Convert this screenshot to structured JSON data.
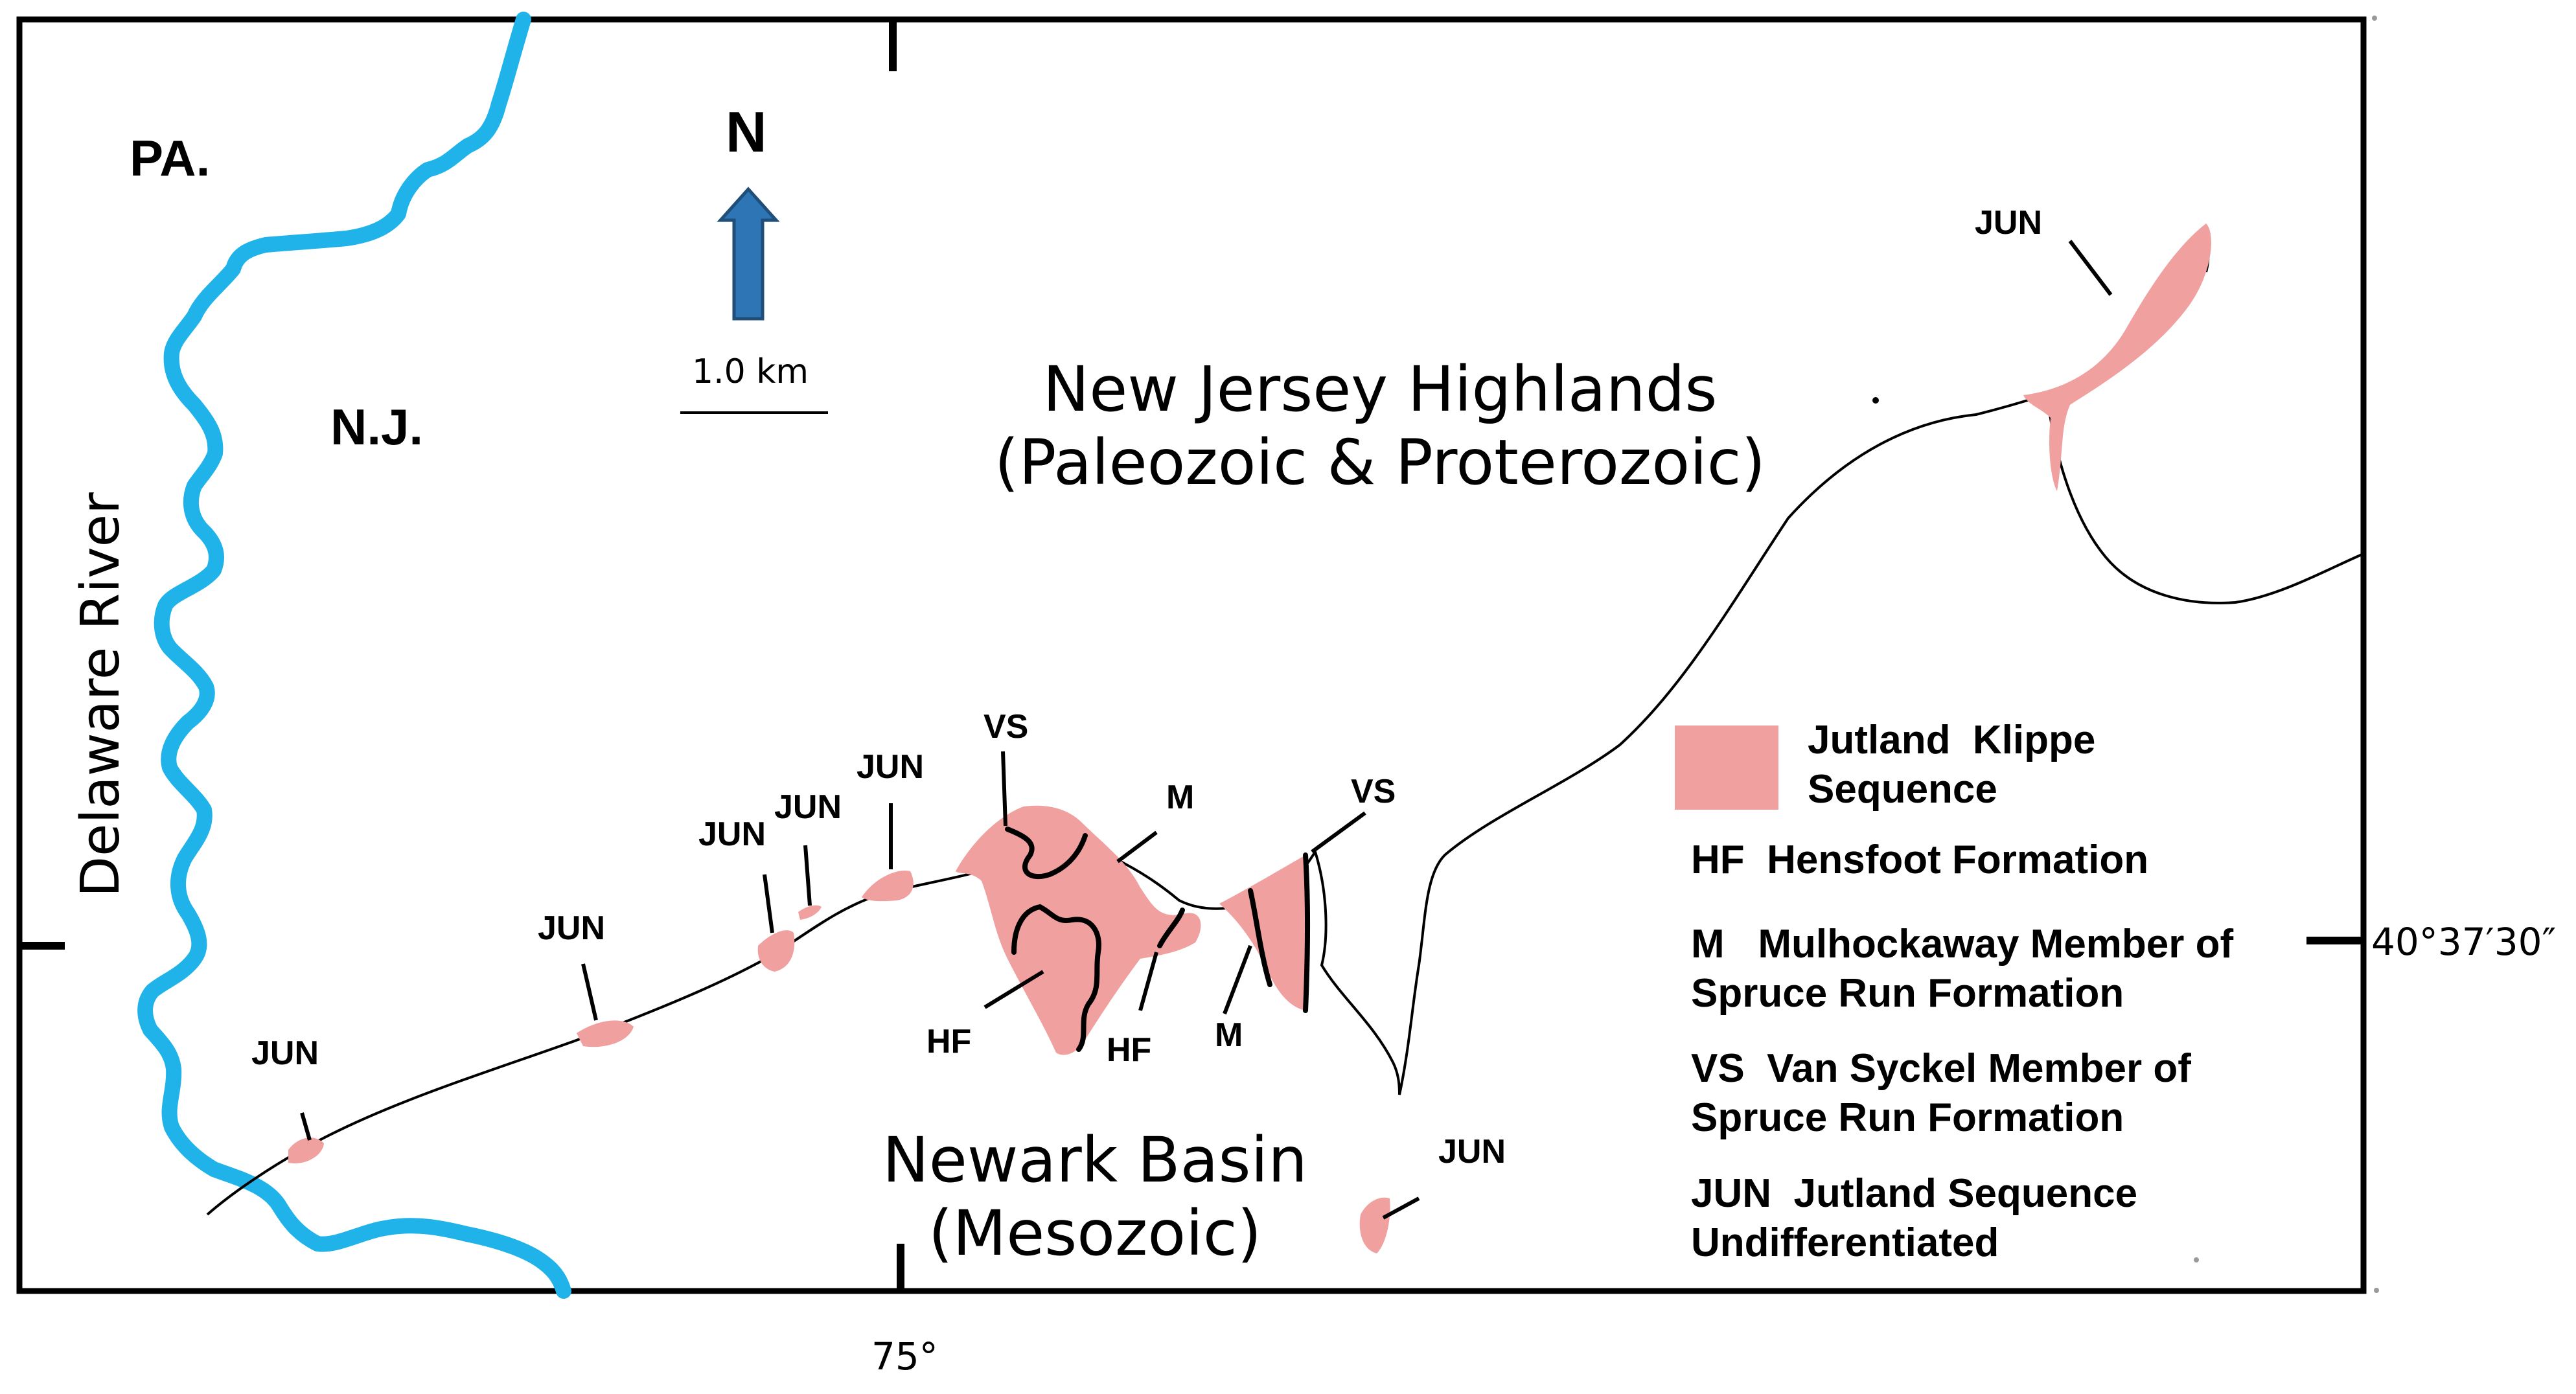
{
  "states": {
    "pa": "PA.",
    "nj": "N.J."
  },
  "river": {
    "name": "Delaware River"
  },
  "north_arrow": {
    "label": "N"
  },
  "scale_bar": {
    "label": "1.0 km"
  },
  "regions": {
    "highlands_line1": "New Jersey Highlands",
    "highlands_line2": "(Paleozoic & Proterozoic)",
    "basin_line1": "Newark Basin",
    "basin_line2": "(Mesozoic)"
  },
  "unit_labels": {
    "jun": "JUN",
    "vs": "VS",
    "m": "M",
    "hf": "HF"
  },
  "legend": {
    "klippe": "Jutland Klippe Sequence",
    "klippe_line1": "Jutland  Klippe",
    "klippe_line2": "Sequence",
    "hf_line1": "HF  Hensfoot Formation",
    "m_line1": "M   Mulhockaway Member of",
    "m_line2": "Spruce Run Formation",
    "vs_line1": "VS  Van Syckel Member of",
    "vs_line2": "Spruce Run Formation",
    "jun_line1": "JUN  Jutland Sequence",
    "jun_line2": "Undifferentiated"
  },
  "coordinates": {
    "latitude": "40°37′30″",
    "longitude": "75°"
  },
  "colors": {
    "klippe_fill": "#EFA09F",
    "river": "#1FB3EA",
    "arrow": "#2E75B6",
    "line": "#000000"
  }
}
